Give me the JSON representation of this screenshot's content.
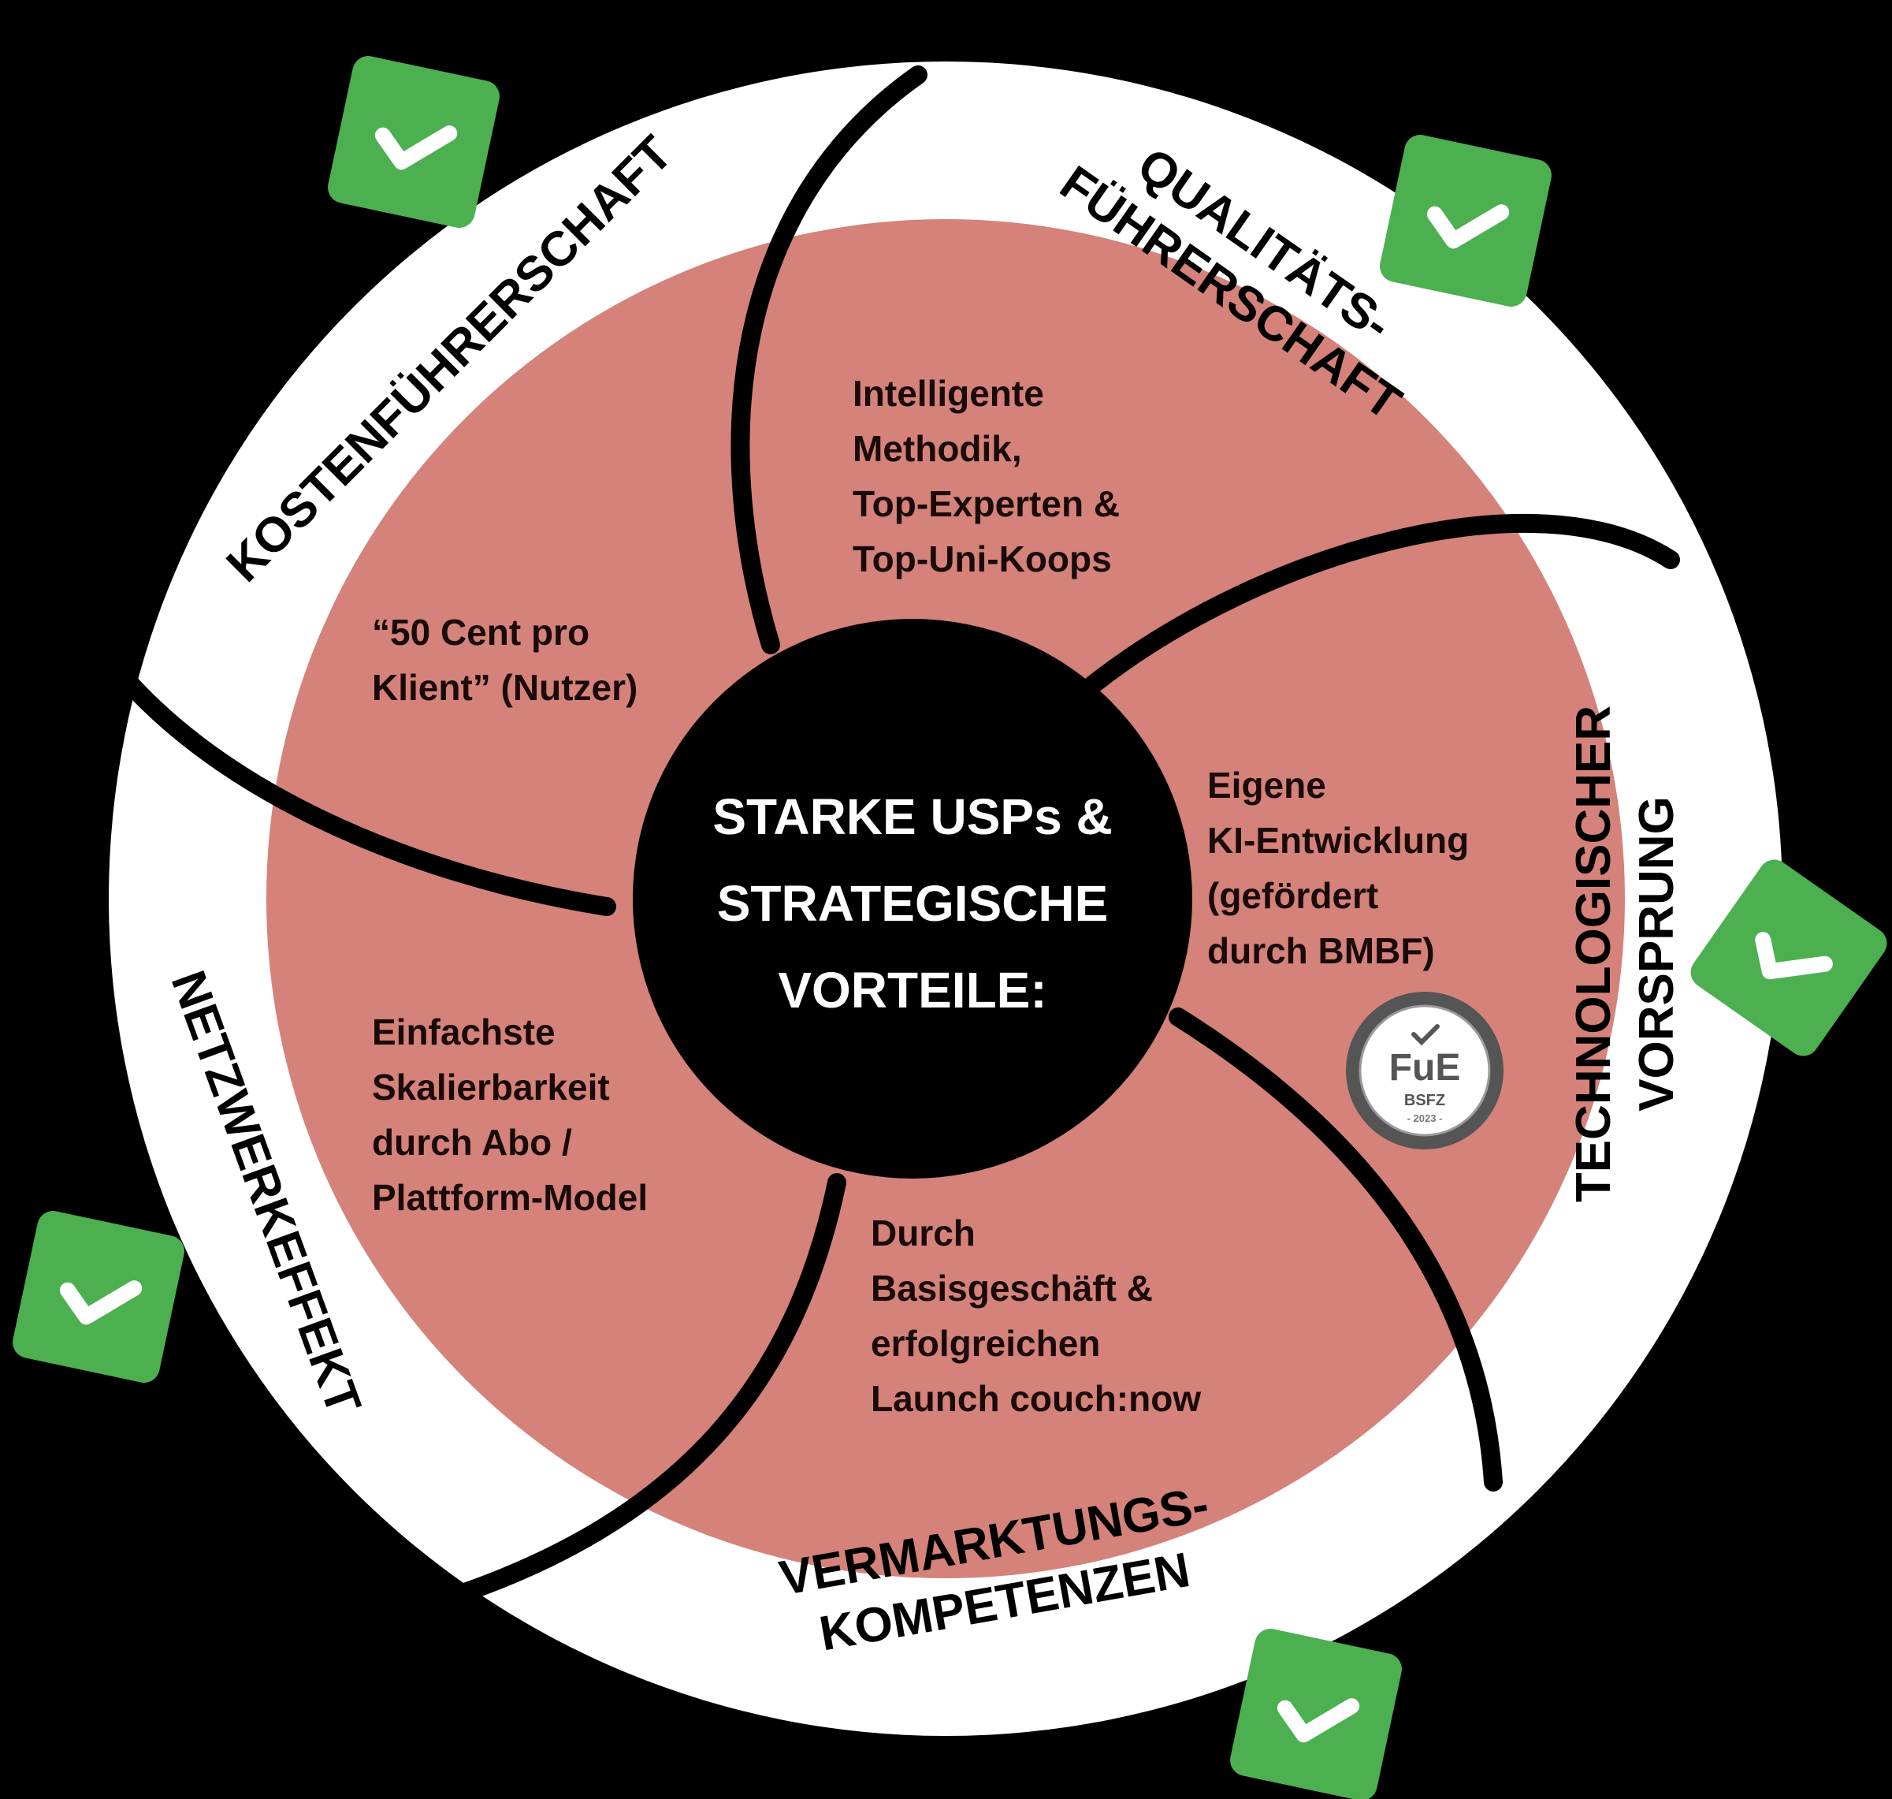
{
  "center": {
    "lines": [
      "STARKE USPs &",
      "STRATEGISCHE",
      "VORTEILE:"
    ]
  },
  "segments": [
    {
      "id": "kosten",
      "outer_label": [
        "KOSTENFÜHRERSCHAFT"
      ],
      "inner_text": [
        "“50 Cent pro",
        "Klient” (Nutzer)"
      ]
    },
    {
      "id": "qualitaet",
      "outer_label": [
        "QUALITÄTS-",
        "FÜHRERSCHAFT"
      ],
      "inner_text": [
        "Intelligente",
        "Methodik,",
        "Top-Experten &",
        "Top-Uni-Koops"
      ]
    },
    {
      "id": "technologie",
      "outer_label": [
        "TECHNOLOGISCHER",
        "VORSPRUNG"
      ],
      "inner_text": [
        "Eigene",
        "KI-Entwicklung",
        "(gefördert",
        "durch BMBF)"
      ]
    },
    {
      "id": "vermarktung",
      "outer_label": [
        "VERMARKTUNGS-",
        "KOMPETENZEN"
      ],
      "inner_text": [
        "Durch",
        "Basisgeschäft &",
        "erfolgreichen",
        "Launch couch:now"
      ]
    },
    {
      "id": "netzwerk",
      "outer_label": [
        "NETZWERKEFFEKT"
      ],
      "inner_text": [
        "Einfachste",
        "Skalierbarkeit",
        "durch Abo /",
        "Plattform-Model"
      ]
    }
  ],
  "badge": {
    "main": "FuE",
    "sub": "BSFZ",
    "year": "- 2023 -"
  },
  "colors": {
    "background": "#000000",
    "outer_ring": "#ffffff",
    "inner_disc": "#d4827a",
    "center": "#000000",
    "check_green": "#4caf50",
    "check_green_dark": "#3d8f40",
    "badge_gray": "#555555"
  },
  "icons": [
    "check-icon",
    "bsfz-badge-icon"
  ]
}
